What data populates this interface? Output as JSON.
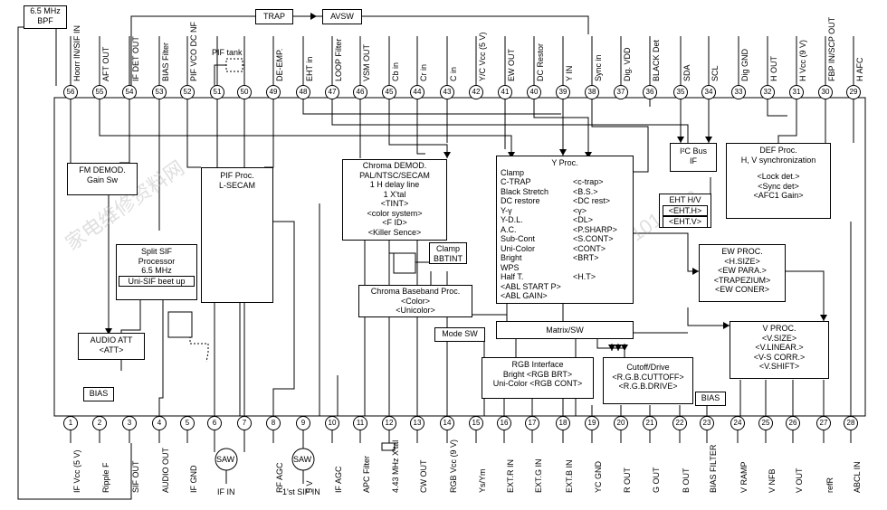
{
  "top": {
    "bpf_title": "6.5 MHz",
    "bpf_label": "BPF",
    "trap": "TRAP",
    "avsw": "AVSW",
    "pif_tank": "PIF tank"
  },
  "top_pins": [
    {
      "num": "56",
      "label": "Hoorr IN/SIF IN"
    },
    {
      "num": "55",
      "label": "AFT OUT"
    },
    {
      "num": "54",
      "label": "IF DET OUT"
    },
    {
      "num": "53",
      "label": "BIAS Filter"
    },
    {
      "num": "52",
      "label": "PIF VCO DC NF"
    },
    {
      "num": "51",
      "label": ""
    },
    {
      "num": "50",
      "label": ""
    },
    {
      "num": "49",
      "label": "DE-EMP."
    },
    {
      "num": "48",
      "label": "EHT in"
    },
    {
      "num": "47",
      "label": "LOOP Filter"
    },
    {
      "num": "46",
      "label": "VSM OUT"
    },
    {
      "num": "45",
      "label": "Cb in"
    },
    {
      "num": "44",
      "label": "Cr in"
    },
    {
      "num": "43",
      "label": "C in"
    },
    {
      "num": "42",
      "label": "Y/C Vcc (5 V)"
    },
    {
      "num": "41",
      "label": "EW OUT"
    },
    {
      "num": "40",
      "label": "DC Restor"
    },
    {
      "num": "39",
      "label": "Y IN"
    },
    {
      "num": "38",
      "label": "Sync in"
    },
    {
      "num": "37",
      "label": "Dig. VDD"
    },
    {
      "num": "36",
      "label": "BLACK Det"
    },
    {
      "num": "35",
      "label": "SDA"
    },
    {
      "num": "34",
      "label": "SCL"
    },
    {
      "num": "33",
      "label": "Dig GND"
    },
    {
      "num": "32",
      "label": "H OUT"
    },
    {
      "num": "31",
      "label": "H Vcc (9 V)"
    },
    {
      "num": "30",
      "label": "FBP IN/SCP OUT"
    },
    {
      "num": "29",
      "label": "H AFC"
    }
  ],
  "bottom_pins": [
    {
      "num": "1",
      "label": "IF Vcc (5 V)"
    },
    {
      "num": "2",
      "label": "Ripple F"
    },
    {
      "num": "3",
      "label": "SIF OUT"
    },
    {
      "num": "4",
      "label": "AUDIO OUT"
    },
    {
      "num": "5",
      "label": "IF GND"
    },
    {
      "num": "6",
      "label": ""
    },
    {
      "num": "7",
      "label": ""
    },
    {
      "num": "8",
      "label": "RF AGC"
    },
    {
      "num": "9",
      "label": "5 V"
    },
    {
      "num": "10",
      "label": "IF AGC"
    },
    {
      "num": "11",
      "label": "APC Filter"
    },
    {
      "num": "12",
      "label": "4.43 MHz X'tal"
    },
    {
      "num": "13",
      "label": "CW OUT"
    },
    {
      "num": "14",
      "label": "RGB Vcc (9 V)"
    },
    {
      "num": "15",
      "label": "Ys/Ym"
    },
    {
      "num": "16",
      "label": "EXT.R IN"
    },
    {
      "num": "17",
      "label": "EXT.G IN"
    },
    {
      "num": "18",
      "label": "EXT.B IN"
    },
    {
      "num": "19",
      "label": "YC GND"
    },
    {
      "num": "20",
      "label": "R OUT"
    },
    {
      "num": "21",
      "label": "G OUT"
    },
    {
      "num": "22",
      "label": "B OUT"
    },
    {
      "num": "23",
      "label": "BIAS FILTER"
    },
    {
      "num": "24",
      "label": "V RAMP"
    },
    {
      "num": "25",
      "label": "V NFB"
    },
    {
      "num": "26",
      "label": "V OUT"
    },
    {
      "num": "27",
      "label": "refR"
    },
    {
      "num": "28",
      "label": "ABCL IN"
    }
  ],
  "saw1": "SAW",
  "saw2": "SAW",
  "if_in": "IF IN",
  "first_sif_in": "1'st SIF IN",
  "blocks": {
    "fm_demod": [
      "FM DEMOD.",
      "Gain Sw"
    ],
    "pif_proc": [
      "PIF Proc.",
      "L-SECAM"
    ],
    "split_sif": [
      "Split SIF",
      "Processor",
      "6.5 MHz",
      "Uni-SIF beet up"
    ],
    "audio_att": [
      "AUDIO ATT",
      "<ATT>"
    ],
    "bias": "BIAS",
    "chroma_demod": [
      "Chroma DEMOD.",
      "PAL/NTSC/SECAM",
      "1 H delay line",
      "1 X'tal",
      "<TINT>",
      "<color system>",
      "<F ID>",
      "<Killer Sence>"
    ],
    "clamp": [
      "Clamp",
      "BBTINT"
    ],
    "chroma_base": [
      "Chroma Baseband Proc.",
      "<Color>",
      "<Unicolor>"
    ],
    "y_proc_title": "Y Proc.",
    "y_proc_left": [
      "Clamp",
      "C-TRAP",
      "Black Stretch",
      "DC restore",
      "Y-γ",
      "Y-D.L.",
      "A.C.",
      "Sub-Cont",
      "Uni-Color",
      "Bright",
      "WPS",
      "Half T.",
      "<ABL START P>",
      "<ABL GAIN>"
    ],
    "y_proc_right": [
      "",
      "<c-trap>",
      "<B.S.>",
      "<DC rest>",
      "<γ>",
      "<DL>",
      "<P.SHARP>",
      "<S.CONT>",
      "<CONT>",
      "<BRT>",
      "",
      "<H.T>",
      "",
      ""
    ],
    "i2c": [
      "I²C Bus",
      "IF"
    ],
    "def_proc": [
      "DEF Proc.",
      "H, V synchronization",
      "",
      "<Lock det.>",
      "<Sync det>",
      "<AFC1 Gain>"
    ],
    "eht": [
      "EHT H/V",
      "<EHT.H>",
      "<EHT.V>"
    ],
    "ew_proc": [
      "EW PROC.",
      "<H.SIZE>",
      "<EW PARA.>",
      "<TRAPEZIUM>",
      "<EW CONER>"
    ],
    "matrix": "Matrix/SW",
    "mode_sw": "Mode SW",
    "rgb_if": [
      "RGB Interface",
      "Bright  <RGB BRT>",
      "Uni-Color <RGB CONT>"
    ],
    "cutoff": [
      "Cutoff/Drive",
      "<R.G.B.CUTTOFF>",
      "<R.G.B.DRIVE>"
    ],
    "bias2": "BIAS",
    "v_proc": [
      "V PROC.",
      "<V.SIZE>",
      "<V.LINEAR.>",
      "<V-S CORR.>",
      "<V.SHIFT>"
    ]
  },
  "watermark": [
    "家电维修资料网",
    "www.520101.com"
  ]
}
